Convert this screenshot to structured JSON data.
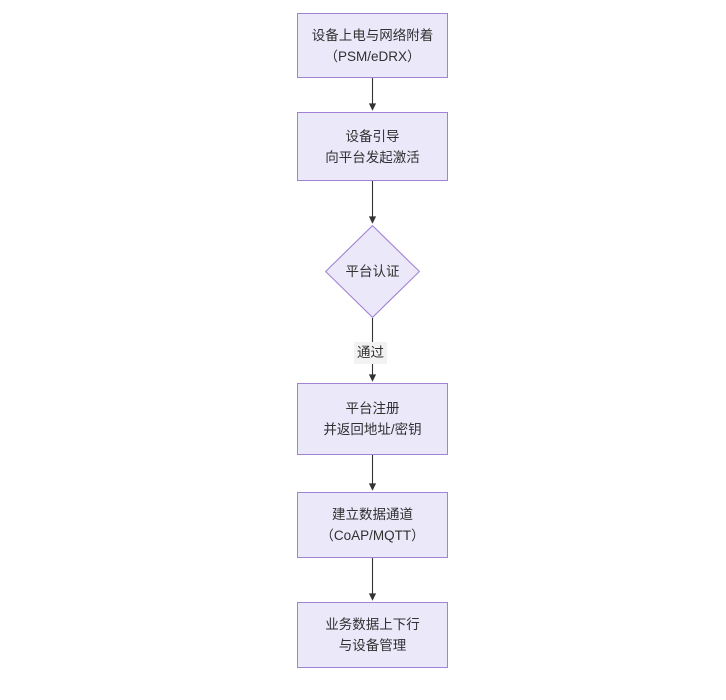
{
  "diagram": {
    "type": "flowchart",
    "orientation": "top-to-bottom",
    "theme": {
      "node_fill": "#ebe8fa",
      "node_border": "#a282d4",
      "text_color": "#303030",
      "edge_color": "#333333",
      "edge_label_bg": "#f2f2f2",
      "background": "#ffffff"
    },
    "nodes": [
      {
        "id": "n1",
        "shape": "rect",
        "line1": "设备上电与网络附着",
        "line2": "（PSM/eDRX）"
      },
      {
        "id": "n2",
        "shape": "rect",
        "line1": "设备引导",
        "line2": "向平台发起激活"
      },
      {
        "id": "n3",
        "shape": "diamond",
        "line1": "平台认证",
        "line2": ""
      },
      {
        "id": "n4",
        "shape": "rect",
        "line1": "平台注册",
        "line2": "并返回地址/密钥"
      },
      {
        "id": "n5",
        "shape": "rect",
        "line1": "建立数据通道",
        "line2": "（CoAP/MQTT）"
      },
      {
        "id": "n6",
        "shape": "rect",
        "line1": "业务数据上下行",
        "line2": "与设备管理"
      }
    ],
    "edges": [
      {
        "id": "e1",
        "from": "n1",
        "to": "n2",
        "label": ""
      },
      {
        "id": "e2",
        "from": "n2",
        "to": "n3",
        "label": ""
      },
      {
        "id": "e3",
        "from": "n3",
        "to": "n4",
        "label": "通过"
      },
      {
        "id": "e4",
        "from": "n4",
        "to": "n5",
        "label": ""
      },
      {
        "id": "e5",
        "from": "n5",
        "to": "n6",
        "label": ""
      }
    ]
  }
}
